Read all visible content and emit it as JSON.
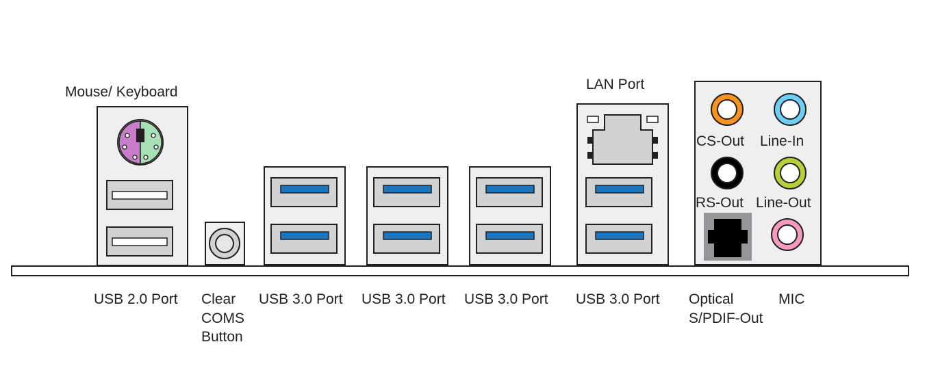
{
  "top_labels": {
    "mouse_keyboard": "Mouse/ Keyboard",
    "lan_port": "LAN Port"
  },
  "audio_jacks": {
    "cs_out": "CS-Out",
    "line_in": "Line-In",
    "rs_out": "RS-Out",
    "line_out": "Line-Out"
  },
  "bottom_labels": {
    "usb20": "USB 2.0 Port",
    "clear_line1": "Clear",
    "clear_line2": "COMS",
    "clear_line3": "Button",
    "usb30_a": "USB 3.0 Port",
    "usb30_b": "USB 3.0 Port",
    "usb30_c": "USB 3.0 Port",
    "usb30_d": "USB 3.0 Port",
    "optical_line1": "Optical",
    "optical_line2": "S/PDIF-Out",
    "mic": "MIC"
  },
  "colors": {
    "cs_out": "#f7941d",
    "line_in": "#6dcff6",
    "rs_out": "#000000",
    "line_out": "#b5d334",
    "mic": "#f49ac1",
    "usb3_blue": "#1c75bc",
    "ps2_mouse": "#c77dc9",
    "ps2_keyboard": "#a8e0b5",
    "panel_fill": "#efeff0",
    "port_fill": "#d1d2d4"
  }
}
